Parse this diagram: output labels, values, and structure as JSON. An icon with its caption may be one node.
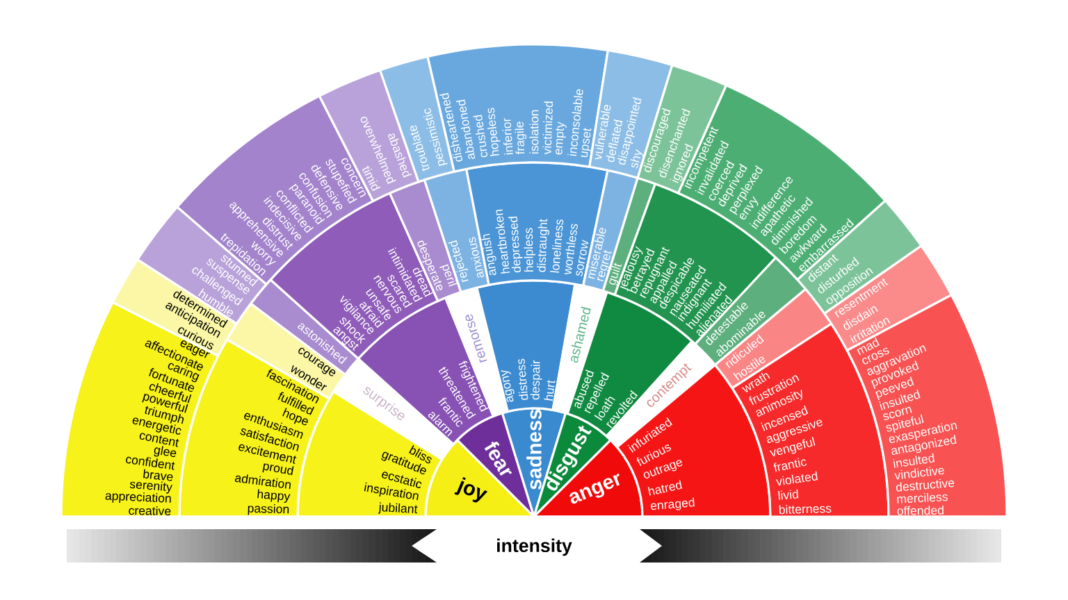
{
  "diagram": {
    "nodes": [
      {
        "text": [
          "joy"
        ]
      },
      {
        "text": [
          "fear"
        ]
      },
      {
        "text": [
          "sadness"
        ]
      },
      {
        "text": [
          "disgust"
        ]
      },
      {
        "text": [
          "anger"
        ]
      },
      {
        "text": [
          "bliss",
          "gratitude",
          "ecstatic",
          "inspiration",
          "jubilant"
        ]
      },
      {
        "text": [
          "surprise"
        ]
      },
      {
        "text": [
          "frightened",
          "threatened",
          "frantic",
          "alarm"
        ]
      },
      {
        "text": [
          "remorse"
        ]
      },
      {
        "text": [
          "agony",
          "distress",
          "despair",
          "hurt"
        ]
      },
      {
        "text": [
          "ashamed"
        ]
      },
      {
        "text": [
          "abused",
          "repelled",
          "loath",
          "revolted"
        ]
      },
      {
        "text": [
          "contempt"
        ]
      },
      {
        "text": [
          "infuriated",
          "furious",
          "outrage",
          "hatred",
          "enraged"
        ]
      },
      {
        "text": [
          "fascination",
          "fulfilled",
          "hope",
          "enthusiasm",
          "satisfaction",
          "excitement",
          "proud",
          "admiration",
          "happy",
          "passion"
        ]
      },
      {
        "text": [
          "courage",
          "wonder"
        ]
      },
      {
        "text": [
          "astonished"
        ]
      },
      {
        "text": [
          "dread",
          "intimidated",
          "scared",
          "nervous",
          "unsafe",
          "afraid",
          "vigilance",
          "shock",
          "angst"
        ]
      },
      {
        "text": [
          "peril",
          "desperate"
        ]
      },
      {
        "text": [
          "rejected",
          "anxious"
        ]
      },
      {
        "text": [
          "anguish",
          "heartbroken",
          "depressed",
          "helpless",
          "distraught",
          "loneliness",
          "worthless",
          "sorrow"
        ]
      },
      {
        "text": [
          "miserable",
          "regret"
        ]
      },
      {
        "text": [
          "guilt"
        ]
      },
      {
        "text": [
          "jealousy",
          "betrayed",
          "repugnant",
          "appalled",
          "despicable",
          "nauseated",
          "indignant",
          "humiliated",
          "alienated"
        ]
      },
      {
        "text": [
          "detestable",
          "abominable"
        ]
      },
      {
        "text": [
          "ridiculed",
          "hostile"
        ]
      },
      {
        "text": [
          "wrath",
          "frustration",
          "animosity",
          "incensed",
          "aggressive",
          "vengeful",
          "frantic",
          "violated",
          "livid",
          "bitterness"
        ]
      },
      {
        "text": [
          "eager",
          "affectionate",
          "caring",
          "fortunate",
          "cheerful",
          "powerful",
          "triumph",
          "energetic",
          "content",
          "glee",
          "confident",
          "brave",
          "serenity",
          "appreciation",
          "creative"
        ]
      },
      {
        "text": [
          "determined",
          "anticipation",
          "curious"
        ]
      },
      {
        "text": [
          "stunned",
          "suspense",
          "challenged",
          "humble"
        ]
      },
      {
        "text": [
          "concern",
          "stupefied",
          "defensive",
          "confusion",
          "paranoid",
          "conflicted",
          "indecisive",
          "distrust",
          "apprehensive",
          "worry",
          "trepidation"
        ]
      },
      {
        "text": [
          "abashed",
          "overwhelmed",
          "timid"
        ]
      },
      {
        "text": [
          "troublate",
          "pessimistic"
        ]
      },
      {
        "text": [
          "disheartened",
          "abandoned",
          "crushed",
          "hopeless",
          "inferior",
          "fragile",
          "isolation",
          "victimized",
          "empty",
          "inconsolable",
          "upset"
        ]
      },
      {
        "text": [
          "vulnerable",
          "deflated",
          "disappointed",
          "shy"
        ]
      },
      {
        "text": [
          "discouraged",
          "disenchanted",
          "ignored"
        ]
      },
      {
        "text": [
          "incompetent",
          "invalidated",
          "coerced",
          "deprived",
          "perplexed",
          "envy",
          "indifference",
          "apathetic",
          "diminished",
          "boredom",
          "awkward",
          "embarrassed"
        ]
      },
      {
        "text": [
          "distant",
          "disturbed",
          "opposition"
        ]
      },
      {
        "text": [
          "resentment",
          "disdain",
          "irritation"
        ]
      },
      {
        "text": [
          "mad",
          "cross",
          "aggravation",
          "provoked",
          "peeved",
          "insulted",
          "scorn",
          "spiteful",
          "exasperation",
          "antagonized",
          "insulted",
          "vindictive",
          "destructive",
          "merciless",
          "offended"
        ]
      }
    ],
    "labels": [
      "intensity"
    ]
  }
}
